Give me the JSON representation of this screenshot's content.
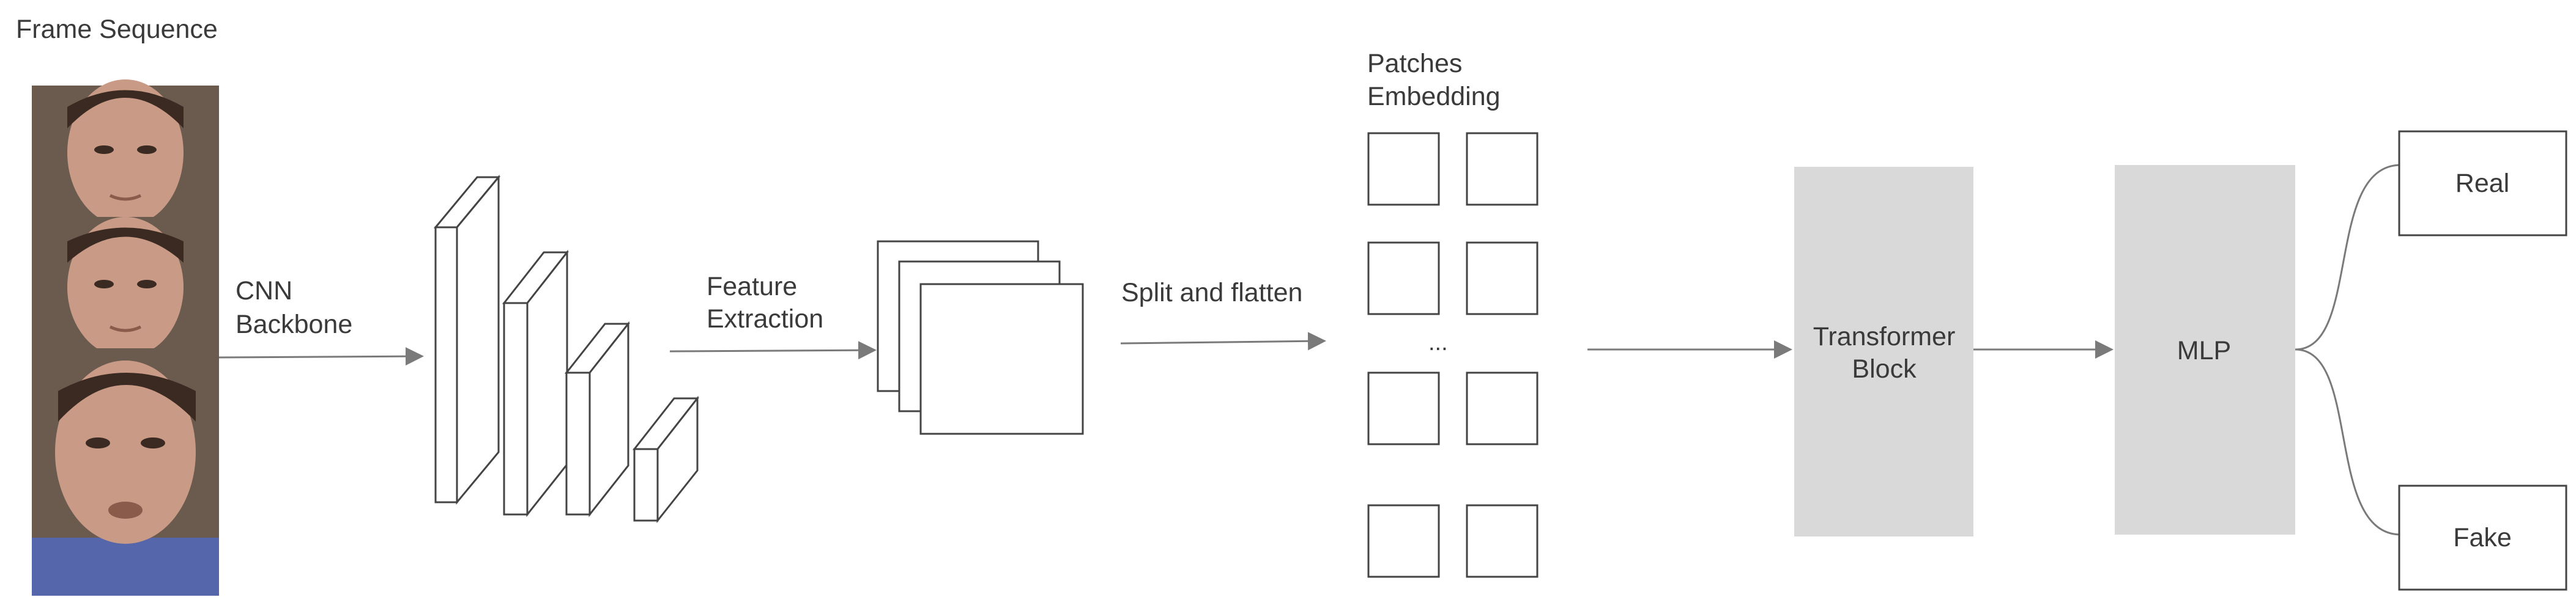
{
  "title": "Frame Sequence",
  "labels": {
    "cnn_line1": "CNN",
    "cnn_line2": "Backbone",
    "feature_line1": "Feature",
    "feature_line2": "Extraction",
    "split": "Split and flatten",
    "patches_line1": "Patches",
    "patches_line2": "Embedding",
    "ellipsis": "...",
    "transformer_line1": "Transformer",
    "transformer_line2": "Block",
    "mlp": "MLP",
    "real": "Real",
    "fake": "Fake"
  },
  "frames": [
    {
      "kind": "face-frame",
      "count_index": 1
    },
    {
      "kind": "face-frame",
      "count_index": 2
    },
    {
      "kind": "face-frame",
      "count_index": 3
    }
  ],
  "colors": {
    "line": "#7a7a7a",
    "box_fill": "#d9d9d9",
    "stroke": "#444444",
    "skin": "#c99b86",
    "hair": "#3b2a22",
    "bg_frame": "#6b5a4e",
    "shirt": "#5566aa"
  }
}
